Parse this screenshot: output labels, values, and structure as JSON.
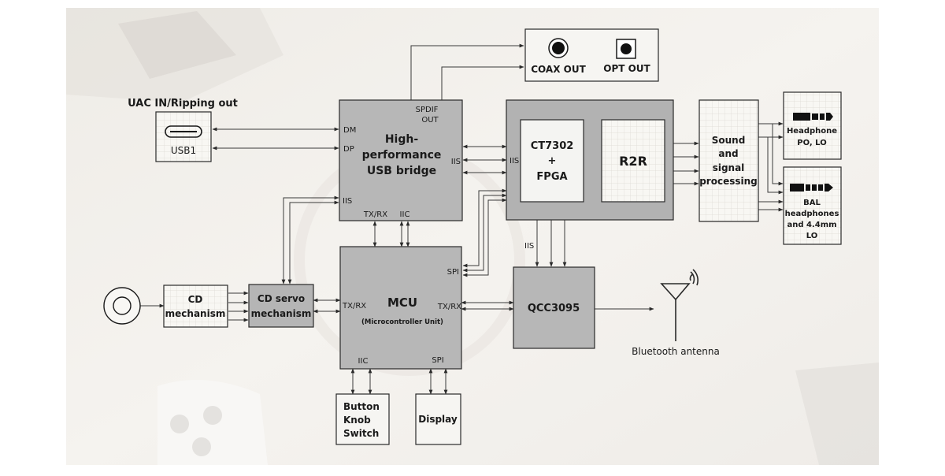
{
  "diagram": {
    "colors": {
      "background_photo": "#f3f0ec",
      "dark_block": "#b5b5b5",
      "light_block": "#f4f4f2",
      "grid_block": "#f7f6f2",
      "outline": "#2a2a2a",
      "line": "#4a4a4a"
    },
    "uac_title": "UAC IN/Ripping out",
    "usb": {
      "label": "USB1",
      "icon": "usb-c-port-icon"
    },
    "usb_bridge": {
      "title_lines": [
        "High-",
        "performance",
        "USB bridge"
      ],
      "ports": {
        "spdif": [
          "SPDIF",
          "OUT"
        ],
        "dm": "DM",
        "dp": "DP",
        "iis_left": "IIS",
        "iis_right": "IIS",
        "txrx": "TX/RX",
        "iic": "IIC"
      }
    },
    "digital_out": {
      "coax": {
        "label": "COAX OUT",
        "icon": "coax-jack-icon"
      },
      "opt": {
        "label": "OPT OUT",
        "icon": "optical-jack-icon"
      }
    },
    "dac_module": {
      "fpga_lines": [
        "CT7302",
        "+",
        "FPGA"
      ],
      "fpga_port": "IIS",
      "r2r": "R2R"
    },
    "sound": {
      "lines": [
        "Sound",
        "and",
        "signal",
        "processing"
      ]
    },
    "headphone": {
      "lines": [
        "Headphone",
        "PO, LO"
      ],
      "icon": "3-5mm-plug-icon"
    },
    "bal": {
      "lines": [
        "BAL",
        "headphones",
        "and 4.4mm",
        "LO"
      ],
      "icon": "4-4mm-plug-icon"
    },
    "cd_disc": {
      "icon": "disc-icon"
    },
    "cd_mechanism": {
      "lines": [
        "CD",
        "mechanism"
      ]
    },
    "cd_servo": {
      "lines": [
        "CD servo",
        "mechanism"
      ]
    },
    "mcu": {
      "title": "MCU",
      "subtitle": "(Microcontroller Unit)",
      "ports": {
        "txrx_left": "TX/RX",
        "txrx_right": "TX/RX",
        "spi_right": "SPI",
        "iic_bottom": "IIC",
        "spi_bottom": "SPI"
      }
    },
    "qcc": {
      "label": "QCC3095",
      "iis_label": "IIS"
    },
    "antenna": {
      "label": "Bluetooth antenna",
      "icon": "antenna-icon"
    },
    "buttons": {
      "lines": [
        "Button",
        "Knob",
        "Switch"
      ]
    },
    "display": {
      "label": "Display"
    }
  }
}
